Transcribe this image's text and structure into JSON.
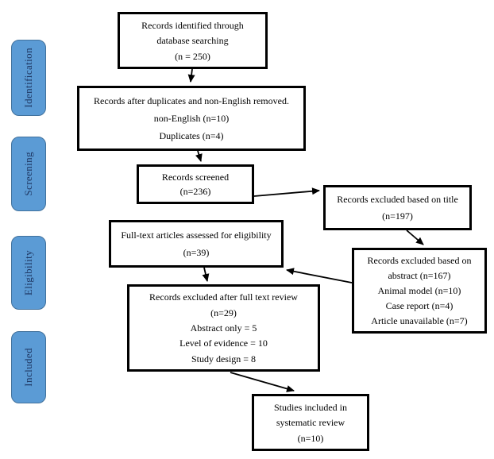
{
  "colors": {
    "stage_fill": "#5B9BD5",
    "stage_border": "#41719C",
    "stage_text": "#1f3864",
    "box_border": "#000000",
    "arrow": "#000000"
  },
  "sidebar": {
    "stages": [
      {
        "label": "Identification"
      },
      {
        "label": "Screening"
      },
      {
        "label": "Eligibility"
      },
      {
        "label": "Included"
      }
    ]
  },
  "boxes": {
    "identified": {
      "lines": [
        "Records identified through",
        "database searching",
        "(n = 250)"
      ]
    },
    "duplicates": {
      "lines": [
        "Records after duplicates and non-English removed.",
        "non-English (n=10)",
        "Duplicates (n=4)"
      ]
    },
    "screened": {
      "lines": [
        "Records screened",
        "(n=236)"
      ]
    },
    "excluded_title": {
      "lines": [
        "Records excluded based on title",
        "(n=197)"
      ]
    },
    "fulltext": {
      "lines": [
        "Full-text articles assessed for eligibility",
        "(n=39)"
      ]
    },
    "excluded_abstract": {
      "lines": [
        "Records excluded based on",
        "abstract (n=167)",
        "Animal model (n=10)",
        "Case report (n=4)",
        "Article unavailable (n=7)"
      ]
    },
    "excluded_fulltext": {
      "lines": [
        "Records excluded after full text review",
        "(n=29)",
        "Abstract only = 5",
        "Level of evidence = 10",
        "Study design = 8"
      ]
    },
    "included": {
      "lines": [
        "Studies included in",
        "systematic review",
        "(n=10)"
      ]
    }
  }
}
